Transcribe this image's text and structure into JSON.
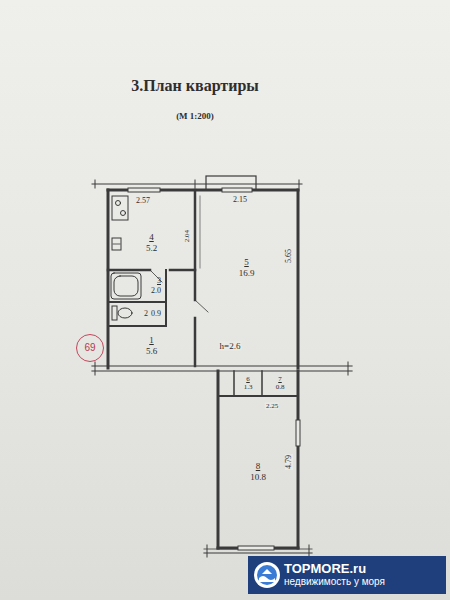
{
  "diagram": {
    "title": "3.План квартиры",
    "nodes": [
      {
        "text": [
          "4",
          "5.2"
        ]
      },
      {
        "text": [
          "3",
          "2.0"
        ]
      },
      {
        "text": [
          "2",
          "0.9"
        ]
      },
      {
        "text": [
          "1",
          "5.6"
        ]
      },
      {
        "text": [
          "5",
          "16.9"
        ]
      },
      {
        "text": [
          "6",
          "1.3"
        ]
      },
      {
        "text": [
          "7",
          "0.8"
        ]
      },
      {
        "text": [
          "8",
          "10.8"
        ]
      },
      {
        "text": [
          "69"
        ]
      },
      {
        "text": [
          "TOPMORE.ru",
          "недвижимость у моря"
        ]
      }
    ],
    "labels": [
      "(М 1:200)",
      "2.57",
      "2.15",
      "2.04",
      "5.65",
      "h=2.6",
      "2.25",
      "4.79"
    ]
  }
}
